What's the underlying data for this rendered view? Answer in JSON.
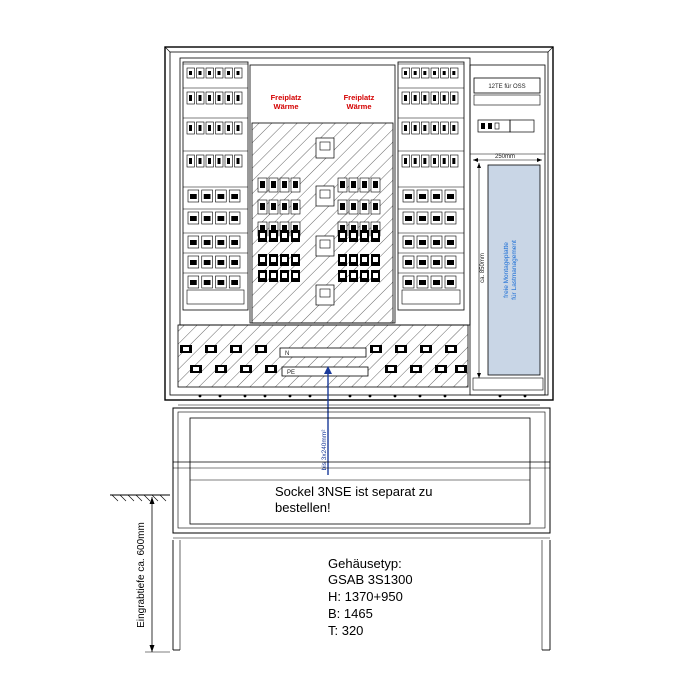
{
  "labels": {
    "freiplatz_left": [
      "Freiplatz",
      "Wärme"
    ],
    "freiplatz_right": [
      "Freiplatz",
      "Wärme"
    ],
    "te_box": "12TE für OSS",
    "dim_width": "250mm",
    "dim_height": "ca. 850mm",
    "mounting_plate": [
      "freie Montageplatte",
      "für Lastmanagement"
    ],
    "busbar_n": "N",
    "busbar_pe": "PE",
    "cable_label": "bis 3x240mm²",
    "sockel_note": [
      "Sockel 3NSE ist separat zu",
      "bestellen!"
    ],
    "ground_depth": "Eingrabtiefe ca. 600mm"
  },
  "housing": {
    "title": "Gehäusetyp:",
    "model": "GSAB 3S1300",
    "height": "H: 1370+950",
    "width": "B: 1465",
    "depth": "T: 320"
  },
  "colors": {
    "line": "#000000",
    "accent_red": "#d40000",
    "accent_blue": "#1c6fd6",
    "panel_fill": "#c9d6e6",
    "cable": "#1a3a9a"
  }
}
